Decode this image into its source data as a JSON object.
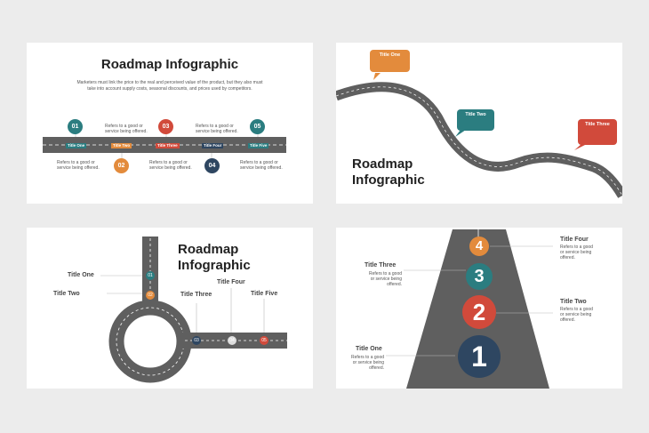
{
  "colors": {
    "teal": "#2b7d80",
    "orange": "#e38b3c",
    "red": "#d14a3b",
    "navy": "#2e4661",
    "road": "#5f5f5f"
  },
  "slide1": {
    "title": "Roadmap Infographic",
    "subtitle_line1": "Marketers must link the price to the real and perceived value of the product, but they also must",
    "subtitle_line2": "take into account supply costs, seasonal discounts, and prices used by competitors.",
    "items": [
      {
        "num": "01",
        "label": "Title One"
      },
      {
        "num": "02",
        "label": "Title Two"
      },
      {
        "num": "03",
        "label": "Title Three"
      },
      {
        "num": "04",
        "label": "Title Four"
      },
      {
        "num": "05",
        "label": "Title Five"
      }
    ],
    "desc_line1": "Refers to a good or",
    "desc_line2": "service being offered."
  },
  "slide2": {
    "title_line1": "Roadmap",
    "title_line2": "Infographic",
    "bubbles": [
      "Title One",
      "Title Two",
      "Title Three"
    ]
  },
  "slide3": {
    "title_line1": "Roadmap",
    "title_line2": "Infographic",
    "labels": [
      "Title One",
      "Title Two",
      "Title Three",
      "Title Four",
      "Title Five"
    ],
    "nums": [
      "01",
      "02",
      "03",
      "04",
      "05"
    ]
  },
  "slide4": {
    "nums": [
      "4",
      "3",
      "2",
      "1"
    ],
    "titles": [
      "Title Four",
      "Title Three",
      "Title Two",
      "Title One"
    ],
    "desc_line1": "Refers to a good",
    "desc_line2": "or service being",
    "desc_line3": "offered."
  }
}
